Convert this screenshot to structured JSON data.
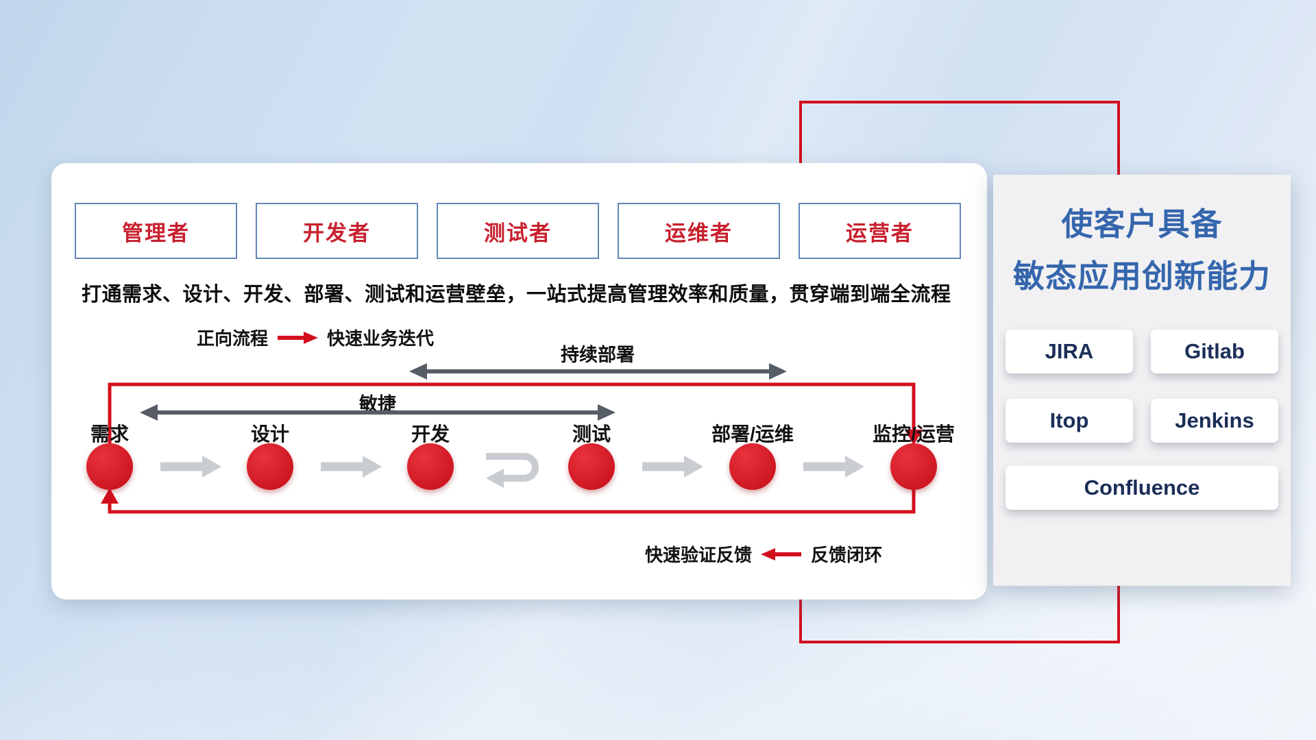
{
  "colors": {
    "red": "#d30f1e",
    "role_text": "#c8202e",
    "panel_title_blue": "#3566ad",
    "tool_text_navy": "#1b2e58",
    "dark_arrow": "#565d66",
    "gray_arrow": "#c9ccd0"
  },
  "card": {
    "roles": [
      "管理者",
      "开发者",
      "测试者",
      "运维者",
      "运营者"
    ],
    "description": "打通需求、设计、开发、部署、测试和运营壁垒，一站式提高管理效率和质量，贯穿端到端全流程",
    "forward_legend": {
      "label": "正向流程",
      "caption": "快速业务迭代"
    },
    "feedback_legend": {
      "label": "快速验证反馈",
      "caption": "反馈闭环"
    },
    "cd_label": "持续部署",
    "agile_label": "敏捷",
    "nodes": [
      "需求",
      "设计",
      "开发",
      "测试",
      "部署/运维",
      "监控/运营"
    ]
  },
  "panel": {
    "title_line1": "使客户具备",
    "title_line2": "敏态应用创新能力",
    "tools": [
      "JIRA",
      "Gitlab",
      "Itop",
      "Jenkins",
      "Confluence"
    ]
  }
}
